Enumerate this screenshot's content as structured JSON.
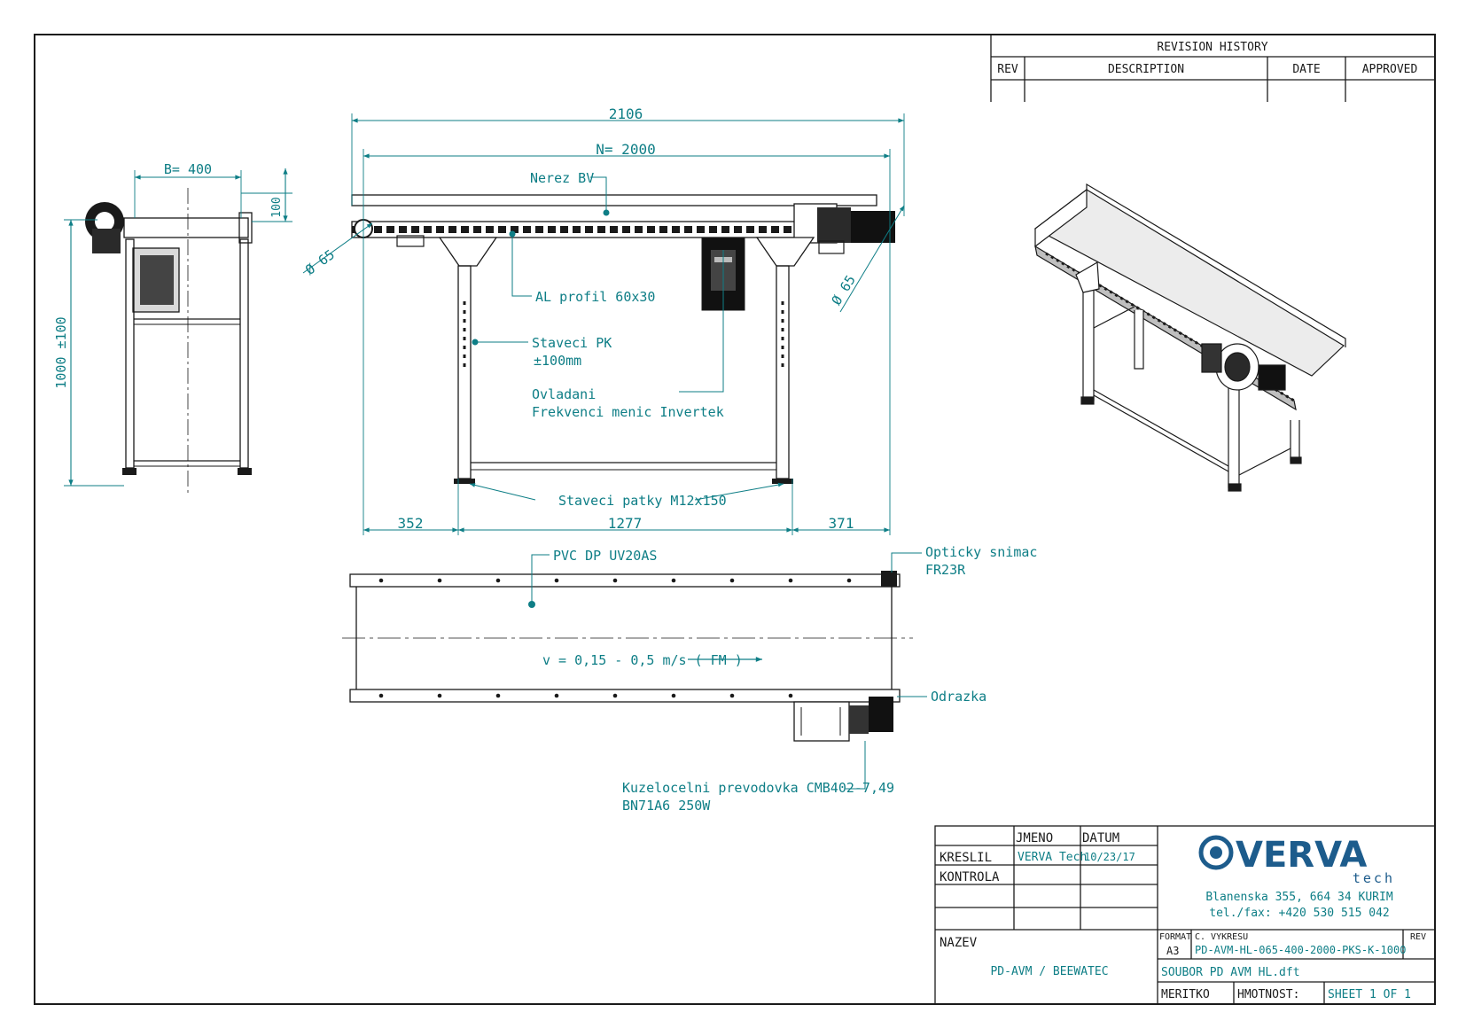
{
  "revision": {
    "title": "REVISION HISTORY",
    "headers": [
      "REV",
      "DESCRIPTION",
      "DATE",
      "APPROVED"
    ]
  },
  "dims": {
    "overall": "2106",
    "nominal": "N= 2000",
    "width": "B= 400",
    "height100": "100",
    "height": "1000 ±100",
    "pulley_left": "Ø 65",
    "pulley_right": "Ø 65",
    "left_overhang": "352",
    "leg_span": "1277",
    "right_overhang": "371"
  },
  "notes": {
    "nerez": "Nerez BV",
    "al_profil": "AL profil 60x30",
    "staveci_pk_1": "Staveci PK",
    "staveci_pk_2": "±100mm",
    "ovladani_1": "Ovladani",
    "ovladani_2": "Frekvenci menic Invertek",
    "patky": "Staveci patky M12x150",
    "pvc": "PVC DP UV20AS",
    "opticky_1": "Opticky snimac",
    "opticky_2": "FR23R",
    "speed": "v = 0,15 - 0,5 m/s ( FM )",
    "odrazka": "Odrazka",
    "gearbox_1": "Kuzelocelni prevodovka CMB402-7,49",
    "gearbox_2": "BN71A6 250W"
  },
  "titleblock": {
    "col_jmeno": "JMENO",
    "col_datum": "DATUM",
    "row_kreslil": "KRESLIL",
    "kreslil_name": "VERVA Tech",
    "kreslil_date": "10/23/17",
    "row_kontrola": "KONTROLA",
    "nazev_label": "NAZEV",
    "nazev_value": "PD-AVM / BEEWATEC",
    "logo_main": "VERVA",
    "logo_sub": "tech",
    "address": "Blanenska 355, 664 34 KURIM",
    "phone": "tel./fax: +420 530 515 042",
    "format_label": "FORMAT",
    "format_value": "A3",
    "cvykresu_label": "C. VYKRESU",
    "cvykresu_value": "PD-AVM-HL-065-400-2000-PKS-K-1000",
    "rev_label": "REV",
    "soubor": "SOUBOR PD AVM HL.dft",
    "meritko": "MERITKO",
    "hmotnost": "HMOTNOST:",
    "sheet": "SHEET 1 OF 1"
  },
  "colors": {
    "ink": "#1a1a1a",
    "dim": "#0e7e86",
    "logo": "#1d5c8c"
  }
}
